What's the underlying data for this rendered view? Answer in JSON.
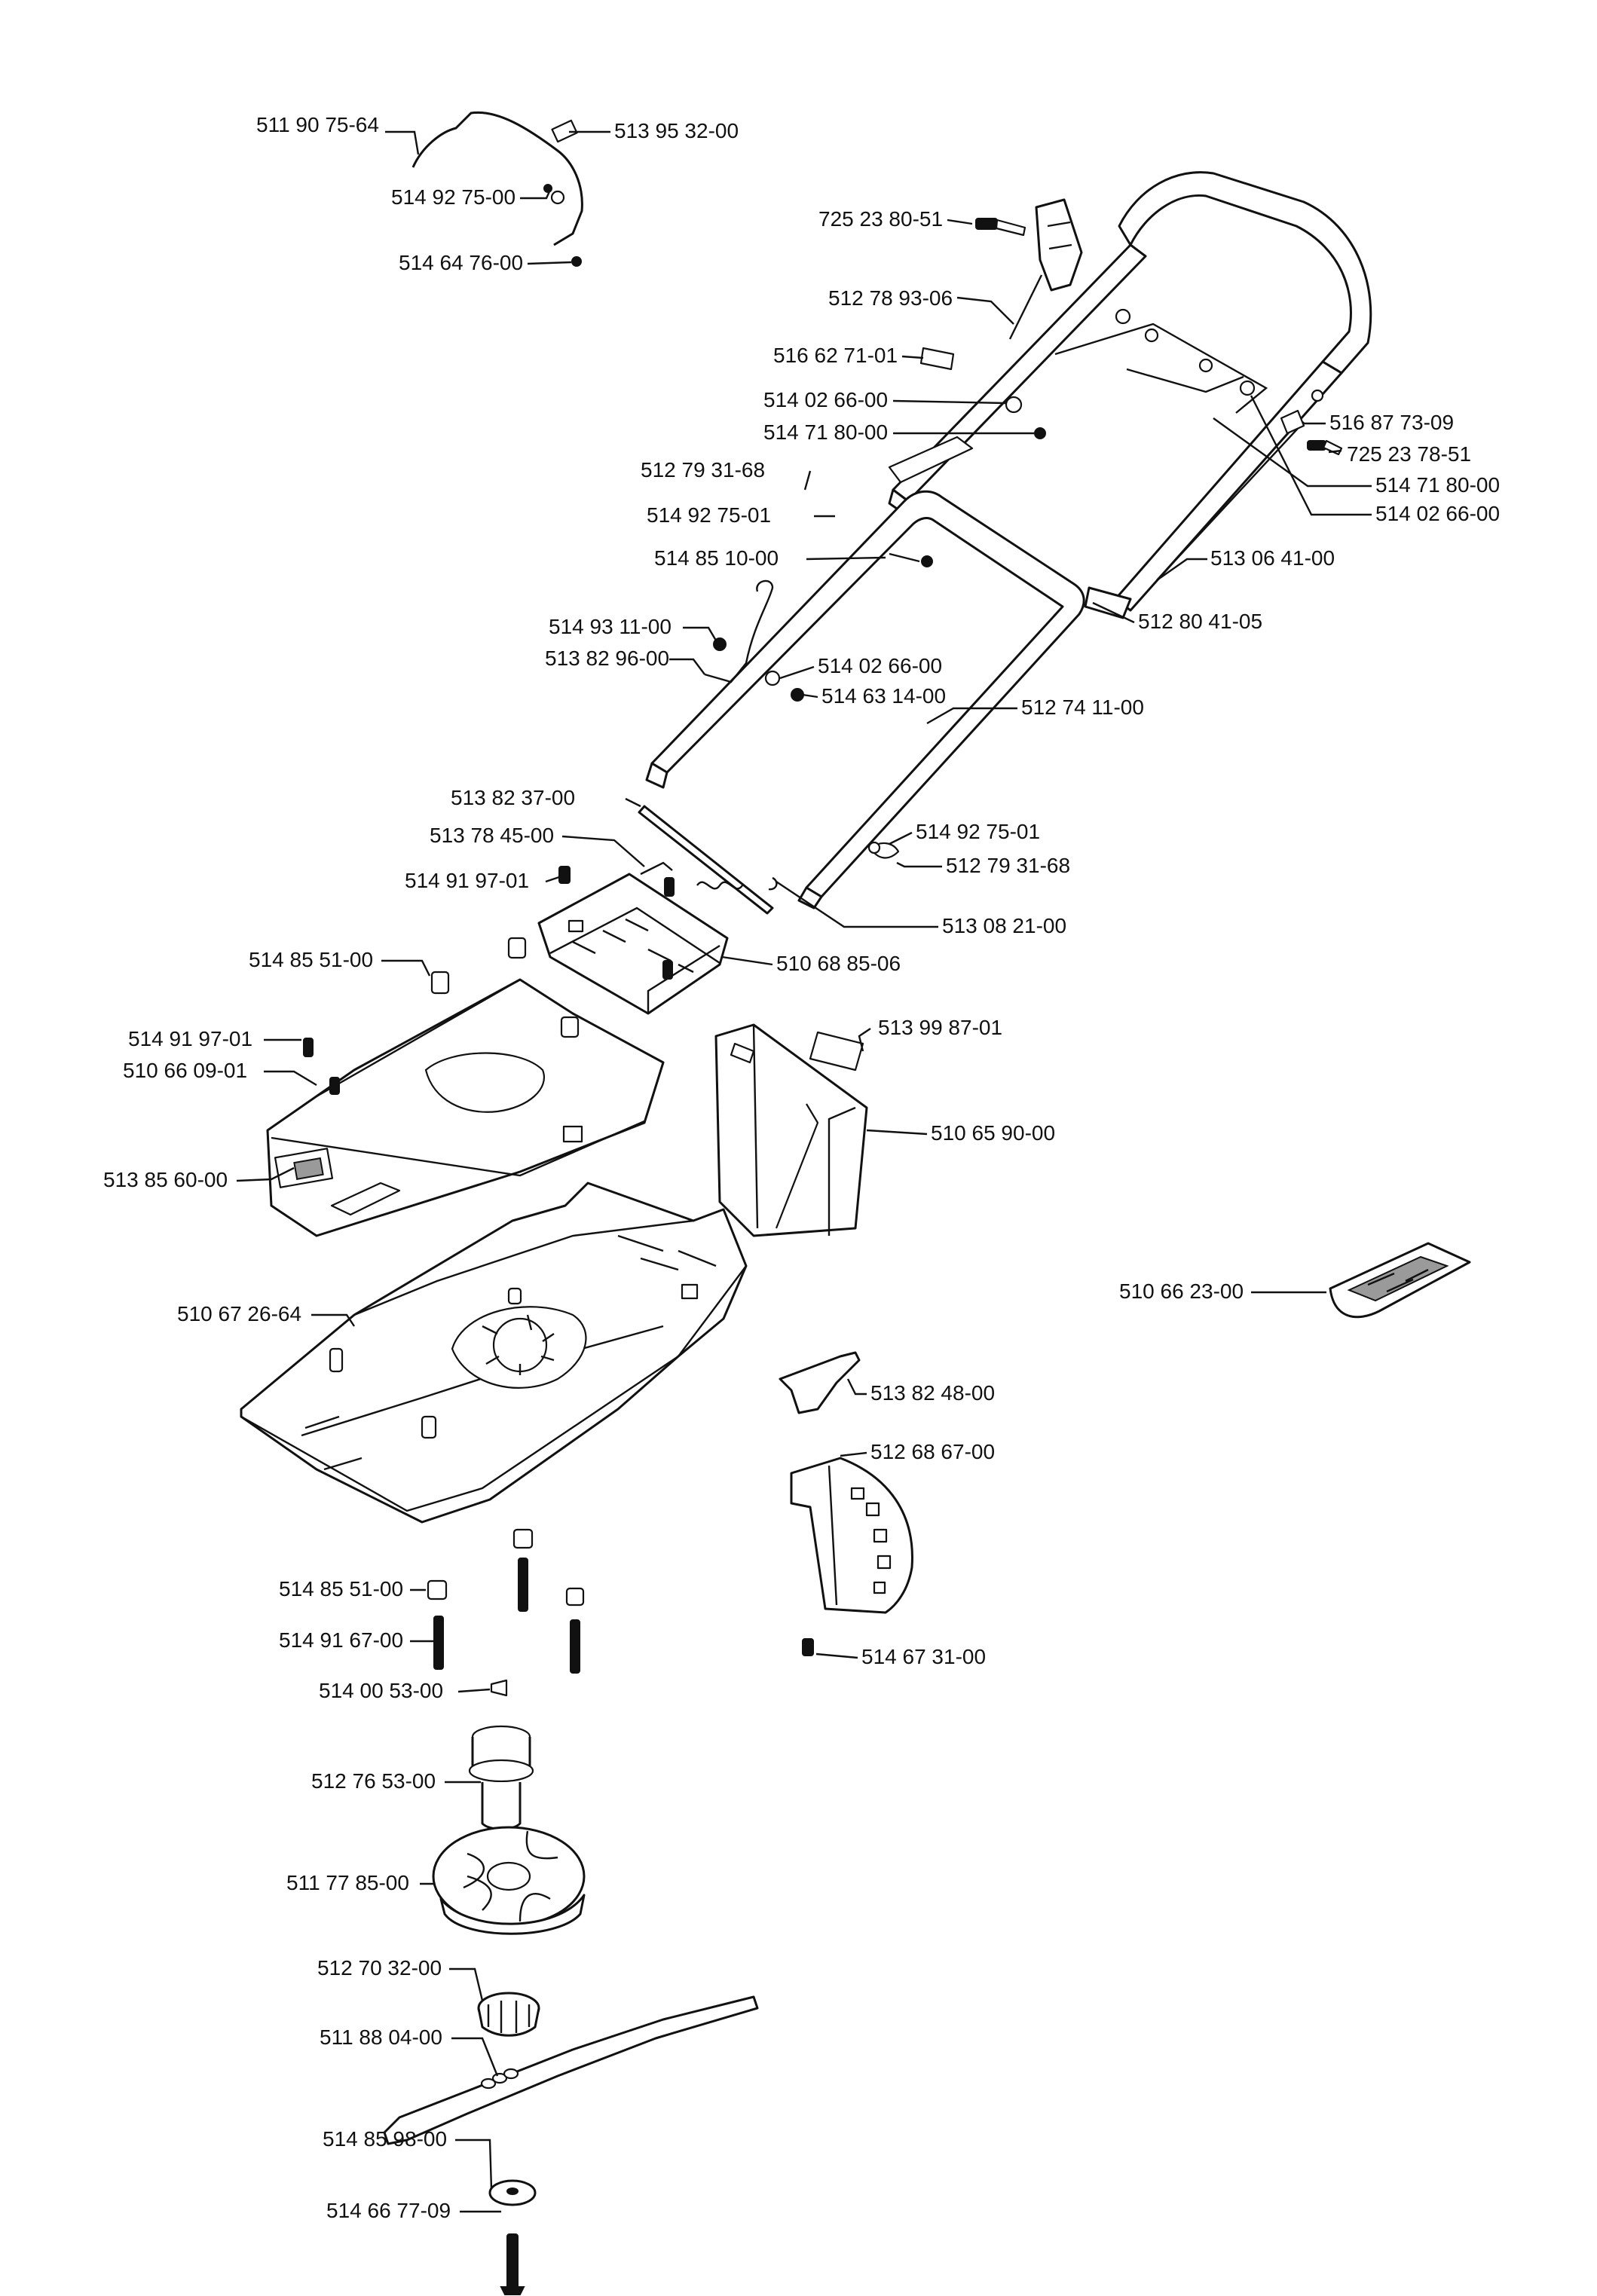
{
  "parts": [
    {
      "id": "p01",
      "number": "511 90 75-64"
    },
    {
      "id": "p02",
      "number": "513 95 32-00"
    },
    {
      "id": "p03",
      "number": "514 92 75-00"
    },
    {
      "id": "p04",
      "number": "514 64 76-00"
    },
    {
      "id": "p05",
      "number": "725 23 80-51"
    },
    {
      "id": "p06",
      "number": "512 78 93-06"
    },
    {
      "id": "p07",
      "number": "516 62 71-01"
    },
    {
      "id": "p08",
      "number": "514 02 66-00"
    },
    {
      "id": "p09",
      "number": "514 71 80-00"
    },
    {
      "id": "p10",
      "number": "516 87 73-09"
    },
    {
      "id": "p11",
      "number": "725 23 78-51"
    },
    {
      "id": "p12",
      "number": "514 71 80-00"
    },
    {
      "id": "p13",
      "number": "514 02 66-00"
    },
    {
      "id": "p14",
      "number": "512 79 31-68"
    },
    {
      "id": "p15",
      "number": "514 92 75-01"
    },
    {
      "id": "p16",
      "number": "514 85 10-00"
    },
    {
      "id": "p17",
      "number": "513 06 41-00"
    },
    {
      "id": "p18",
      "number": "512 80 41-05"
    },
    {
      "id": "p19",
      "number": "514 93 11-00"
    },
    {
      "id": "p20",
      "number": "513 82 96-00"
    },
    {
      "id": "p21",
      "number": "514 02 66-00"
    },
    {
      "id": "p22",
      "number": "514 63 14-00"
    },
    {
      "id": "p23",
      "number": "512 74 11-00"
    },
    {
      "id": "p24",
      "number": "513 82 37-00"
    },
    {
      "id": "p25",
      "number": "513 78 45-00"
    },
    {
      "id": "p26",
      "number": "514 92 75-01"
    },
    {
      "id": "p27",
      "number": "512 79 31-68"
    },
    {
      "id": "p28",
      "number": "514 91 97-01"
    },
    {
      "id": "p29",
      "number": "513 08 21-00"
    },
    {
      "id": "p30",
      "number": "514 85 51-00"
    },
    {
      "id": "p31",
      "number": "510 68 85-06"
    },
    {
      "id": "p32",
      "number": "514 91 97-01"
    },
    {
      "id": "p33",
      "number": "513 99 87-01"
    },
    {
      "id": "p34",
      "number": "510 66 09-01"
    },
    {
      "id": "p35",
      "number": "510 65 90-00"
    },
    {
      "id": "p36",
      "number": "513 85 60-00"
    },
    {
      "id": "p37",
      "number": "510 66 23-00"
    },
    {
      "id": "p38",
      "number": "510 67 26-64"
    },
    {
      "id": "p39",
      "number": "513 82 48-00"
    },
    {
      "id": "p40",
      "number": "512 68 67-00"
    },
    {
      "id": "p41",
      "number": "514 85 51-00"
    },
    {
      "id": "p42",
      "number": "514 91 67-00"
    },
    {
      "id": "p43",
      "number": "514 67 31-00"
    },
    {
      "id": "p44",
      "number": "514 00 53-00"
    },
    {
      "id": "p45",
      "number": "512 76 53-00"
    },
    {
      "id": "p46",
      "number": "511 77 85-00"
    },
    {
      "id": "p47",
      "number": "512 70 32-00"
    },
    {
      "id": "p48",
      "number": "511 88 04-00"
    },
    {
      "id": "p49",
      "number": "514 85 98-00"
    },
    {
      "id": "p50",
      "number": "514 66 77-09"
    }
  ]
}
